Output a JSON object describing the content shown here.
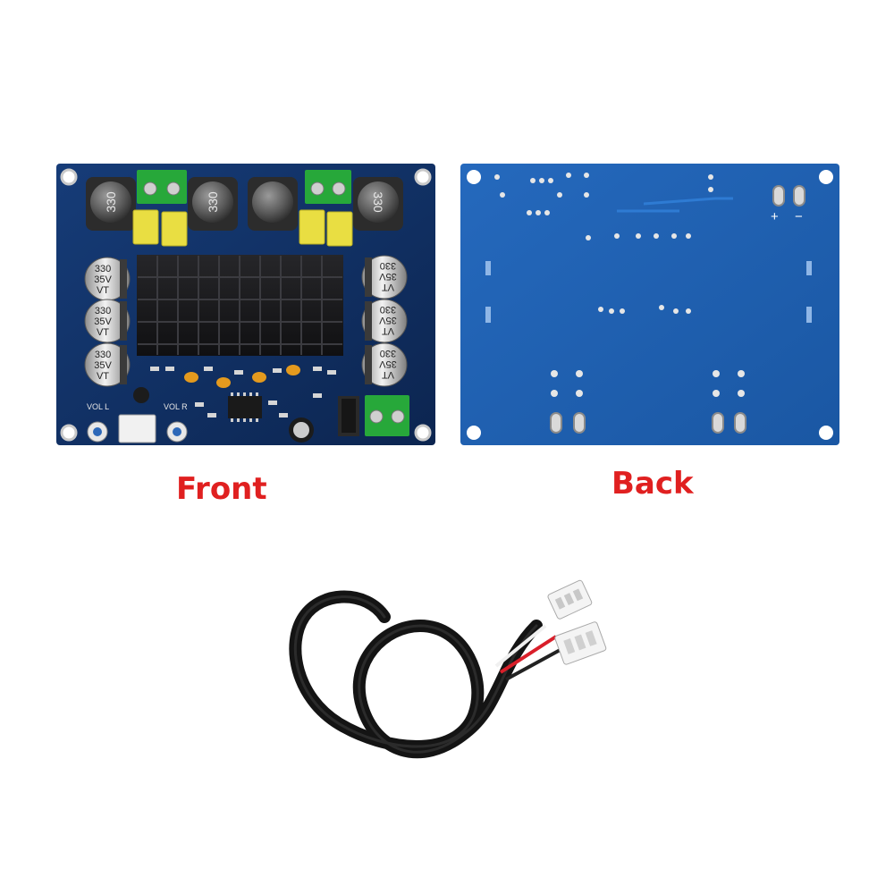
{
  "captions": {
    "front": "Front",
    "back": "Back"
  },
  "front_board": {
    "inductor_marking": "330",
    "capacitor_value": "330",
    "capacitor_voltage": "35V",
    "capacitor_series": "VT",
    "label_vol_left": "VOL L",
    "label_vol_right": "VOL R"
  },
  "back_board": {
    "power_plus": "+",
    "power_minus": "−"
  },
  "colors": {
    "caption_red": "#e02020",
    "front_pcb": "#0f2f63",
    "back_pcb": "#1d5fb0",
    "terminal_green": "#27a83a",
    "film_cap_yellow": "#e9de42",
    "heatsink": "#17171a",
    "cable": "#111111"
  }
}
